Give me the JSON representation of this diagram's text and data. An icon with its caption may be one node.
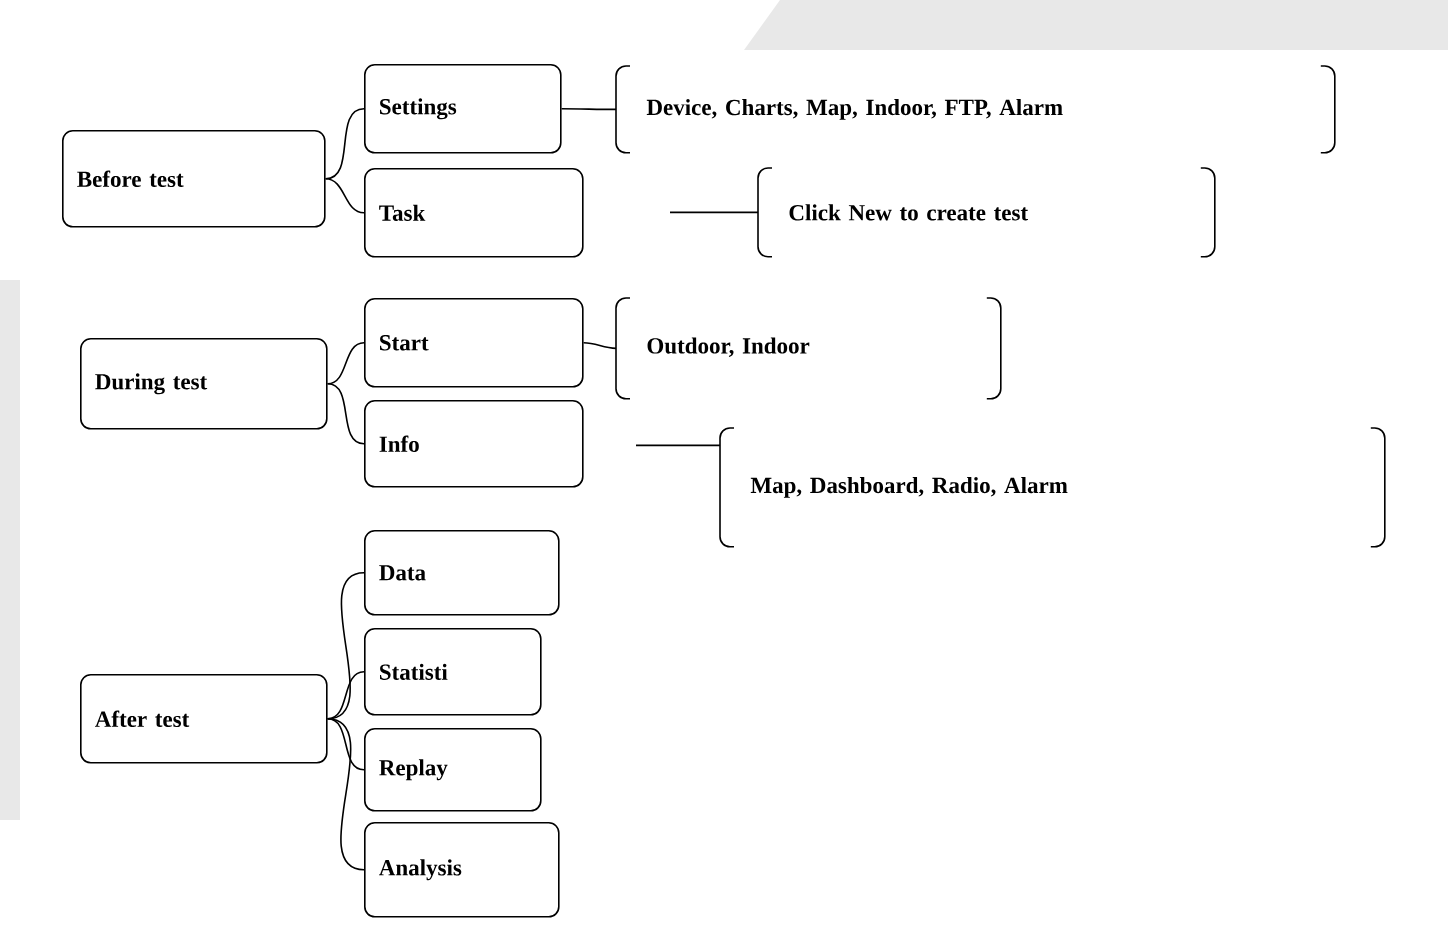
{
  "diagram": {
    "nodes": [
      {
        "text": [
          "Before test"
        ]
      },
      {
        "text": [
          "Settings"
        ]
      },
      {
        "text": [
          "Task"
        ]
      },
      {
        "text": [
          "Device, Charts, Map, Indoor, FTP, Alarm"
        ]
      },
      {
        "text": [
          "Click New to create test"
        ]
      },
      {
        "text": [
          "During test"
        ]
      },
      {
        "text": [
          "Start"
        ]
      },
      {
        "text": [
          "Info"
        ]
      },
      {
        "text": [
          "Outdoor, Indoor"
        ]
      },
      {
        "text": [
          "Map, Dashboard, Radio, Alarm"
        ]
      },
      {
        "text": [
          "After test"
        ]
      },
      {
        "text": [
          "Data"
        ]
      },
      {
        "text": [
          "Statisti"
        ]
      },
      {
        "text": [
          "Replay"
        ]
      },
      {
        "text": [
          "Analysis"
        ]
      }
    ],
    "edges": [
      {
        "from": 0,
        "to": 1,
        "arrow": "none"
      },
      {
        "from": 0,
        "to": 2,
        "arrow": "none"
      },
      {
        "from": 1,
        "to": 3,
        "arrow": "none"
      },
      {
        "from": null,
        "to": 4,
        "arrow": "none"
      },
      {
        "from": 5,
        "to": 6,
        "arrow": "none"
      },
      {
        "from": 5,
        "to": 7,
        "arrow": "none"
      },
      {
        "from": 6,
        "to": 8,
        "arrow": "none"
      },
      {
        "from": null,
        "to": 9,
        "arrow": "none"
      },
      {
        "from": 10,
        "to": 11,
        "arrow": "none"
      },
      {
        "from": 10,
        "to": 12,
        "arrow": "none"
      },
      {
        "from": 10,
        "to": 13,
        "arrow": "none"
      },
      {
        "from": 10,
        "to": 14,
        "arrow": "none"
      }
    ]
  }
}
